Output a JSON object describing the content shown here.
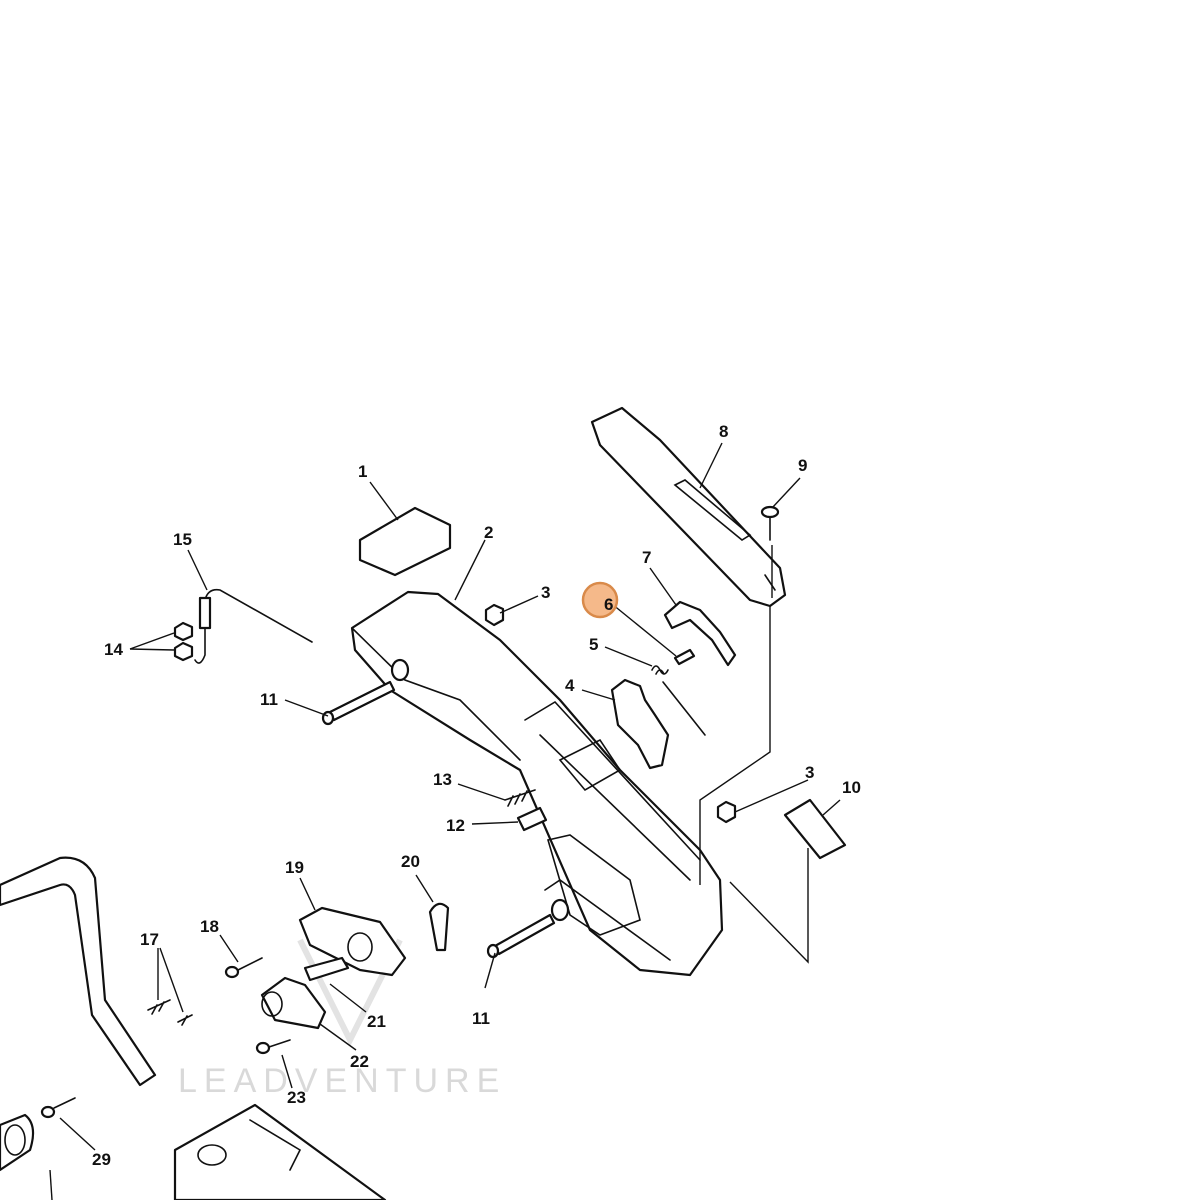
{
  "diagram": {
    "highlight_color": "#f5b98a",
    "highlight_stroke": "#d98a4a",
    "highlighted_callout": "6",
    "watermark": "LEADVENTURE",
    "callouts": [
      "1",
      "2",
      "3",
      "3",
      "4",
      "5",
      "6",
      "7",
      "8",
      "9",
      "10",
      "11",
      "11",
      "12",
      "13",
      "14",
      "15",
      "17",
      "18",
      "19",
      "20",
      "21",
      "22",
      "23",
      "29"
    ]
  }
}
